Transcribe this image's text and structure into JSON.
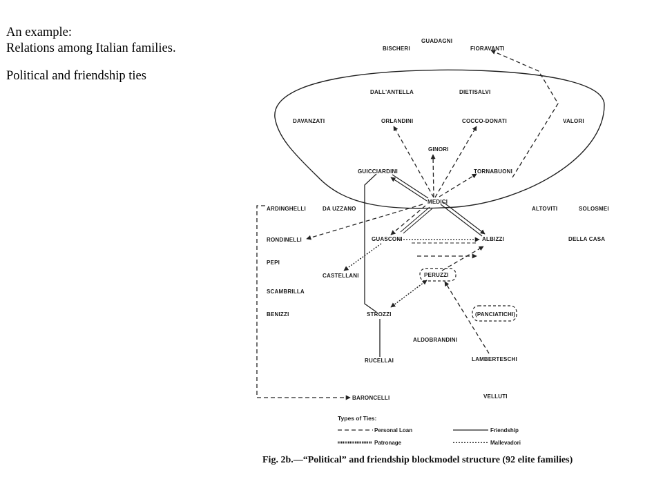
{
  "intro": {
    "line1": "An example:",
    "line2": "Relations among Italian families.",
    "line3": "Political and friendship ties"
  },
  "families": {
    "guadagni": "GUADAGNI",
    "bischeri": "BISCHERI",
    "fioravanti": "FIORAVANTI",
    "dallantella": "DALL'ANTELLA",
    "dietisalvi": "DIETISALVI",
    "davanzati": "DAVANZATI",
    "orlandini": "ORLANDINI",
    "coccodonati": "COCCO-DONATI",
    "valori": "VALORI",
    "ginori": "GINORI",
    "guicciardini": "GUICCIARDINI",
    "tornabuoni": "TORNABUONI",
    "medici": "MEDICI",
    "ardinghelli": "ARDINGHELLI",
    "dauzzano": "DA UZZANO",
    "altoviti": "ALTOVITI",
    "solosmei": "SOLOSMEI",
    "rondinelli": "RONDINELLI",
    "guasconi": "GUASCONI",
    "albizzi": "ALBIZZI",
    "dellacasa": "DELLA CASA",
    "pepi": "PEPI",
    "castellani": "CASTELLANI",
    "peruzzi": "PERUZZI",
    "scambrilla": "SCAMBRILLA",
    "benizzi": "BENIZZI",
    "strozzi": "STROZZI",
    "panciatichi": "(PANCIATICHI)",
    "aldobrandini": "ALDOBRANDINI",
    "rucellai": "RUCELLAI",
    "lamberteschi": "LAMBERTESCHI",
    "baroncelli": "BARONCELLI",
    "velluti": "VELLUTI"
  },
  "legend": {
    "title": "Types of Ties:",
    "personal_loan": "Personal Loan",
    "friendship": "Friendship",
    "patronage": "Patronage",
    "mallevadori": "Mallevadori"
  },
  "caption": {
    "fig": "Fig. 2b.",
    "text": "—“Political” and friendship blockmodel structure (92 elite families)"
  }
}
